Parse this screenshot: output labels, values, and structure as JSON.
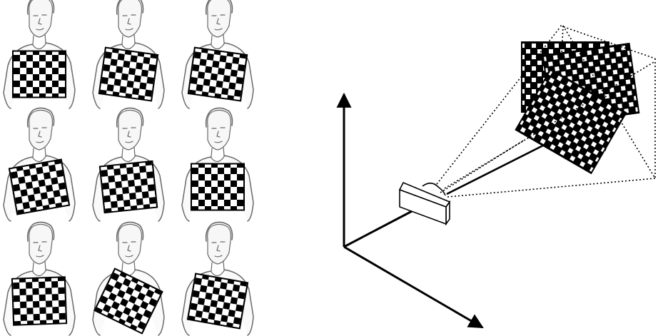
{
  "figure": {
    "grid_rows": 3,
    "grid_cols": 3,
    "board_cells": [
      8,
      7
    ],
    "board_tilts_deg": [
      0,
      8,
      8,
      -10,
      -6,
      0,
      -2,
      26,
      10
    ],
    "board_color": "#000000",
    "sketch_color": "#6a6a6a",
    "scene_board_tilts_deg": [
      18,
      0,
      -8,
      30
    ]
  }
}
